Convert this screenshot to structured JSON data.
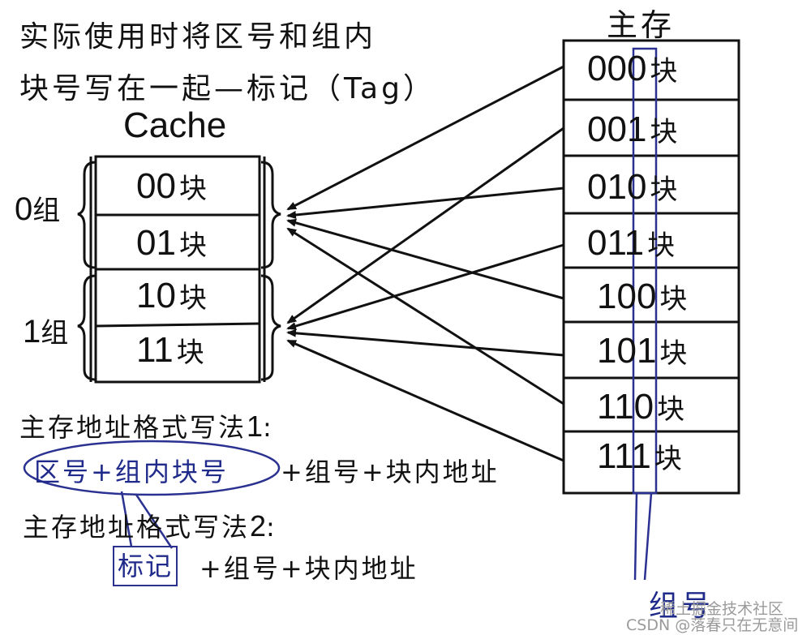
{
  "title": {
    "line1": "实际使用时将区号和组内",
    "line2": "块号写在一起—标记（Tag）"
  },
  "cache": {
    "title": "Cache",
    "groups": [
      {
        "label_num": "0",
        "label_zu": "组"
      },
      {
        "label_num": "1",
        "label_zu": "组"
      }
    ],
    "blocks": [
      {
        "num": "00",
        "blk": "块"
      },
      {
        "num": "01",
        "blk": "块"
      },
      {
        "num": "10",
        "blk": "块"
      },
      {
        "num": "11",
        "blk": "块"
      }
    ]
  },
  "memory": {
    "title": "主存",
    "blocks": [
      {
        "num": "000",
        "blk": "块"
      },
      {
        "num": "001",
        "blk": "块"
      },
      {
        "num": "010",
        "blk": "块"
      },
      {
        "num": "011",
        "blk": "块"
      },
      {
        "num": "100",
        "blk": "块"
      },
      {
        "num": "101",
        "blk": "块"
      },
      {
        "num": "110",
        "blk": "块"
      },
      {
        "num": "111",
        "blk": "块"
      }
    ],
    "group_bit_label": "组号"
  },
  "format1": {
    "heading": "主存地址格式写法",
    "heading_num": "1",
    "heading_colon": ":",
    "highlight": "区号+组内块号",
    "rest": "+组号+块内地址"
  },
  "format2": {
    "heading": "主存地址格式写法",
    "heading_num": "2",
    "heading_colon": ":",
    "tag_label": "标记",
    "rest": "+组号+块内地址"
  },
  "watermark": {
    "line1": "稀土掘金技术社区",
    "line2": "CSDN @落春只在无意间"
  },
  "colors": {
    "ink": "#111111",
    "annotation_blue": "#2a3190"
  }
}
